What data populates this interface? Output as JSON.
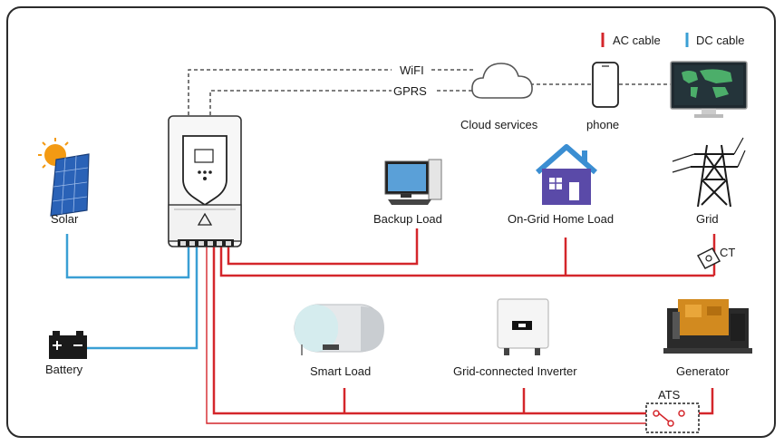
{
  "legend": {
    "ac_label": "AC cable",
    "dc_label": "DC cable",
    "ac_color": "#d4262b",
    "dc_color": "#3a9fd4"
  },
  "links": {
    "wifi": "WiFI",
    "gprs": "GPRS"
  },
  "nodes": {
    "cloud": "Cloud services",
    "phone": "phone",
    "solar": "Solar",
    "battery": "Battery",
    "backup_load": "Backup Load",
    "home_load": "On-Grid Home Load",
    "grid": "Grid",
    "ct": "CT",
    "smart_load": "Smart Load",
    "grid_inverter": "Grid-connected Inverter",
    "generator": "Generator",
    "ats": "ATS"
  },
  "icons": {
    "inverter": "hybrid-inverter-icon",
    "cloud": "cloud-icon",
    "phone": "smartphone-icon",
    "monitor": "monitor-map-icon",
    "solar": "solar-panel-icon",
    "battery": "battery-icon",
    "backup_load": "desktop-computer-icon",
    "home_load": "house-icon",
    "grid": "transmission-tower-icon",
    "ct": "ct-clamp-icon",
    "smart_load": "water-heater-icon",
    "grid_inverter": "string-inverter-icon",
    "generator": "diesel-generator-icon",
    "ats": "ats-switch-icon"
  }
}
